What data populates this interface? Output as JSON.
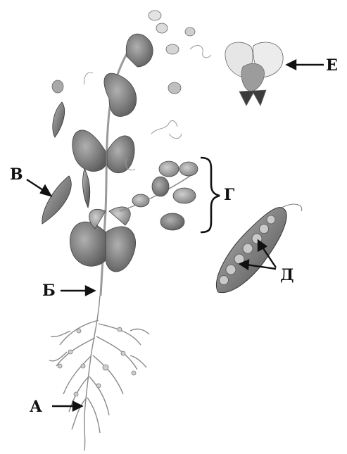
{
  "labels": {
    "A": "А",
    "B": "Б",
    "V": "В",
    "G": "Г",
    "D": "Д",
    "E": "Е"
  },
  "colors": {
    "ink": "#111111",
    "leaf_dark": "#6e6e6e",
    "leaf_mid": "#8c8c8c",
    "leaf_light": "#bdbdbd",
    "stem": "#9a9a9a",
    "root": "#8a8a8a",
    "petal": "#e8e8e8"
  }
}
